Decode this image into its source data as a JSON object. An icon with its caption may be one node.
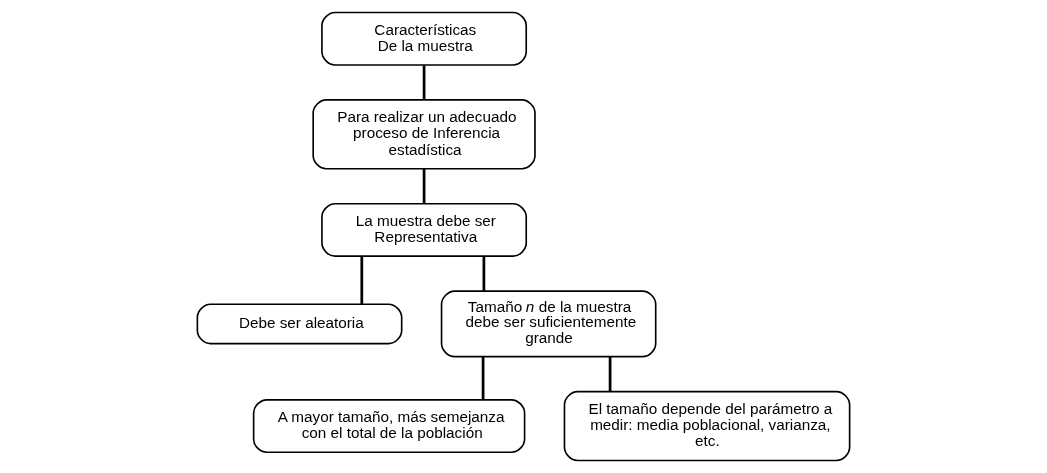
{
  "diagram": {
    "nodes": [
      {
        "text": [
          "Características De la muestra"
        ]
      },
      {
        "text": [
          "Para realizar un adecuado proceso de Inferencia estadística"
        ]
      },
      {
        "text": [
          "La muestra debe ser Representativa"
        ]
      },
      {
        "text": [
          "Debe ser aleatoria"
        ]
      },
      {
        "text": [
          "Tamaño *n* de la muestra debe ser suficientemente grande"
        ]
      },
      {
        "text": [
          "A mayor tamaño, más semejanza con el total de la población"
        ]
      },
      {
        "text": [
          "El tamaño depende del parámetro a medir: media poblacional, varianza, etc."
        ]
      }
    ],
    "edges": [
      {
        "from": 0,
        "to": 1,
        "arrow": "none"
      },
      {
        "from": 1,
        "to": 2,
        "arrow": "none"
      },
      {
        "from": 2,
        "to": 3,
        "arrow": "none"
      },
      {
        "from": 2,
        "to": 4,
        "arrow": "none"
      },
      {
        "from": 4,
        "to": 5,
        "arrow": "none"
      },
      {
        "from": 4,
        "to": 6,
        "arrow": "none"
      }
    ]
  }
}
